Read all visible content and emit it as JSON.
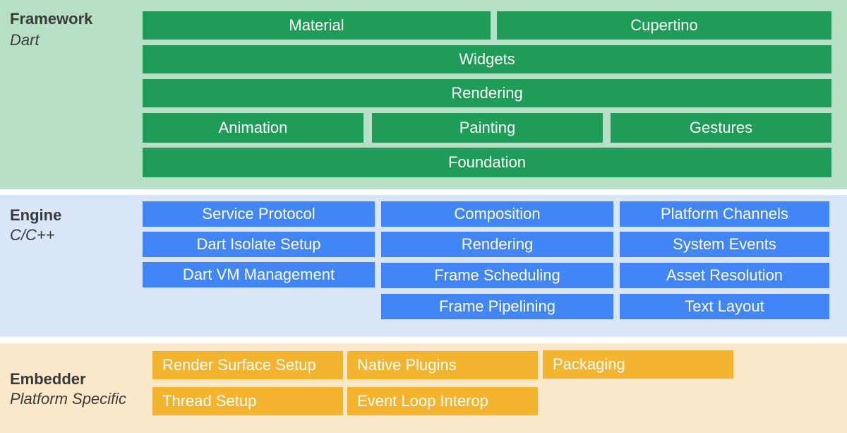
{
  "framework": {
    "title": "Framework",
    "subtitle": "Dart",
    "boxes": {
      "material": "Material",
      "cupertino": "Cupertino",
      "widgets": "Widgets",
      "rendering": "Rendering",
      "animation": "Animation",
      "painting": "Painting",
      "gestures": "Gestures",
      "foundation": "Foundation"
    }
  },
  "engine": {
    "title": "Engine",
    "subtitle": "C/C++",
    "boxes": {
      "service_protocol": "Service Protocol",
      "dart_isolate_setup": "Dart Isolate Setup",
      "dart_vm_management": "Dart VM Management",
      "composition": "Composition",
      "rendering": "Rendering",
      "frame_scheduling": "Frame Scheduling",
      "frame_pipelining": "Frame Pipelining",
      "platform_channels": "Platform Channels",
      "system_events": "System Events",
      "asset_resolution": "Asset Resolution",
      "text_layout": "Text Layout"
    }
  },
  "embedder": {
    "title": "Embedder",
    "subtitle": "Platform Specific",
    "boxes": {
      "render_surface_setup": "Render Surface Setup",
      "thread_setup": "Thread Setup",
      "native_plugins": "Native Plugins",
      "event_loop_interop": "Event Loop Interop",
      "packaging": "Packaging"
    }
  },
  "colors": {
    "framework_bg": "#b7dfc5",
    "framework_box": "#1f9c57",
    "engine_bg": "#d8e6f8",
    "engine_box": "#4285f4",
    "embedder_bg": "#fbe9c9",
    "embedder_box": "#f4b42f"
  }
}
